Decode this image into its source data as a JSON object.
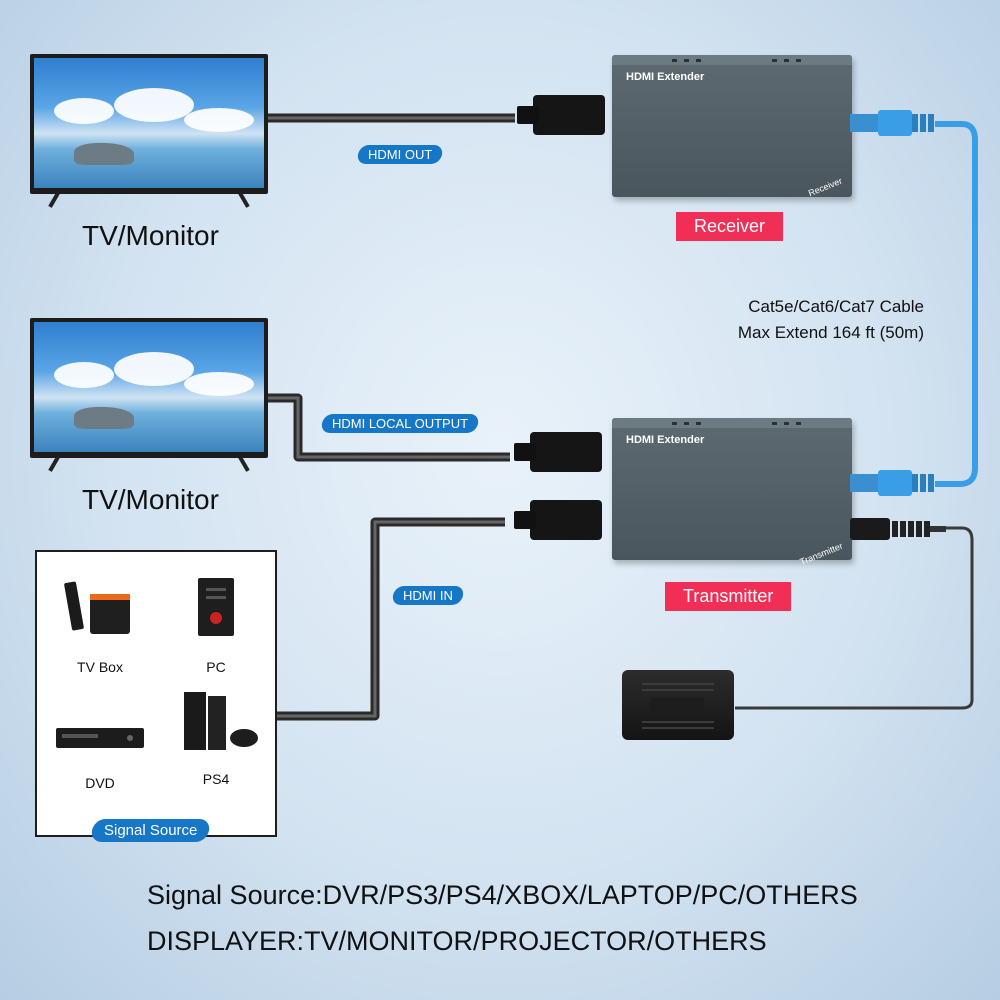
{
  "displays": {
    "top_label": "TV/Monitor",
    "middle_label": "TV/Monitor"
  },
  "receiver": {
    "device_title": "HDMI Extender",
    "side_label": "Receiver",
    "tag": "Receiver"
  },
  "transmitter": {
    "device_title": "HDMI Extender",
    "side_label": "Transmitter",
    "tag": "Transmitter"
  },
  "port_labels": {
    "hdmi_out": "HDMI OUT",
    "hdmi_local_output": "HDMI LOCAL OUTPUT",
    "hdmi_in": "HDMI IN"
  },
  "cable_note": {
    "line1": "Cat5e/Cat6/Cat7 Cable",
    "line2": "Max Extend 164 ft (50m)"
  },
  "signal_source": {
    "title": "Signal Source",
    "items": [
      "TV Box",
      "PC",
      "DVD",
      "PS4"
    ]
  },
  "footer": {
    "line1": "Signal Source:DVR/PS3/PS4/XBOX/LAPTOP/PC/OTHERS",
    "line2": "DISPLAYER:TV/MONITOR/PROJECTOR/OTHERS"
  },
  "colors": {
    "tag_red": "#f02e56",
    "label_blue": "#1677c7",
    "ethernet_blue": "#3a9ee6"
  }
}
